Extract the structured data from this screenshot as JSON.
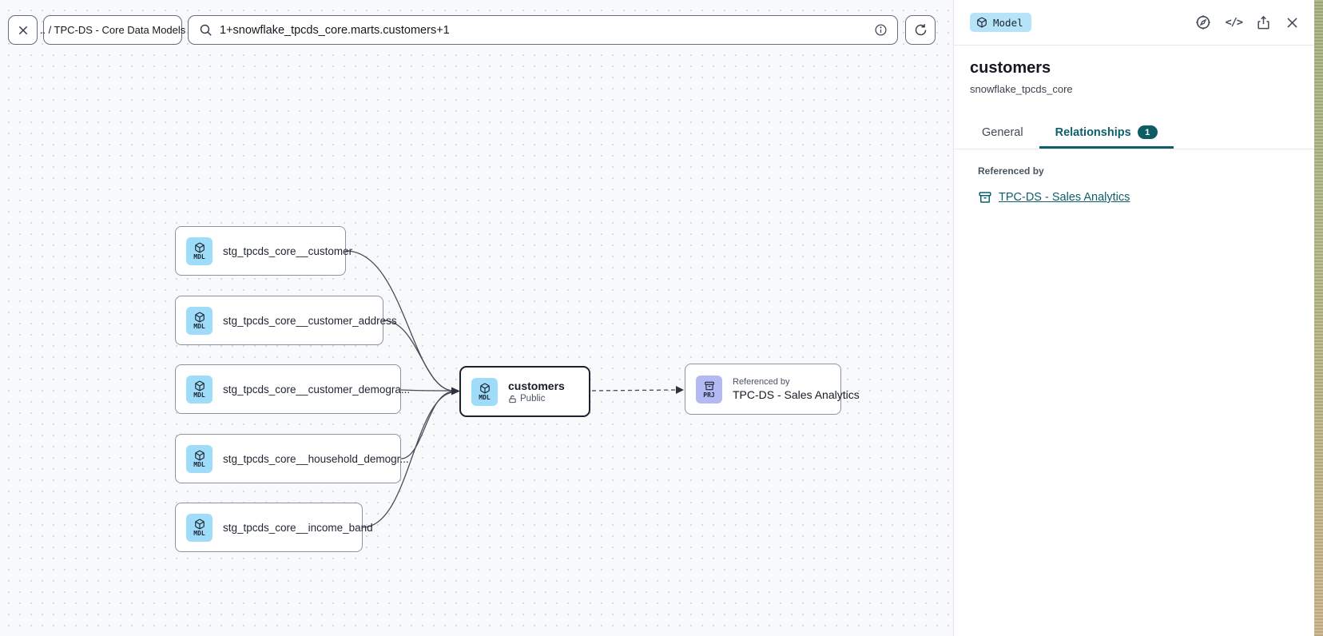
{
  "toolbar": {
    "breadcrumb": ".. / TPC-DS - Core Data Models",
    "search_value": "1+snowflake_tpcds_core.marts.customers+1"
  },
  "panel": {
    "type_badge": "Model",
    "title": "customers",
    "subtitle": "snowflake_tpcds_core",
    "tabs": {
      "general": "General",
      "relationships": "Relationships",
      "relationships_count": "1"
    },
    "referenced_by_label": "Referenced by",
    "referenced_by_link": "TPC-DS - Sales Analytics"
  },
  "canvas": {
    "upstream": [
      {
        "type": "MDL",
        "label": "stg_tpcds_core__customer"
      },
      {
        "type": "MDL",
        "label": "stg_tpcds_core__customer_address"
      },
      {
        "type": "MDL",
        "label": "stg_tpcds_core__customer_demogra..."
      },
      {
        "type": "MDL",
        "label": "stg_tpcds_core__household_demogr..."
      },
      {
        "type": "MDL",
        "label": "stg_tpcds_core__income_band"
      }
    ],
    "selected_node": {
      "type": "MDL",
      "title": "customers",
      "access": "Public"
    },
    "project_node": {
      "type": "PRJ",
      "caption": "Referenced by",
      "title": "TPC-DS - Sales Analytics"
    }
  },
  "colors": {
    "accent_teal": "#0c5f6b",
    "model_chip": "#9edcf9",
    "project_chip": "#b3baf3",
    "model_badge_bg": "#b7e3f9",
    "canvas_bg": "#f8f9fb",
    "edge": "#454d5a"
  }
}
